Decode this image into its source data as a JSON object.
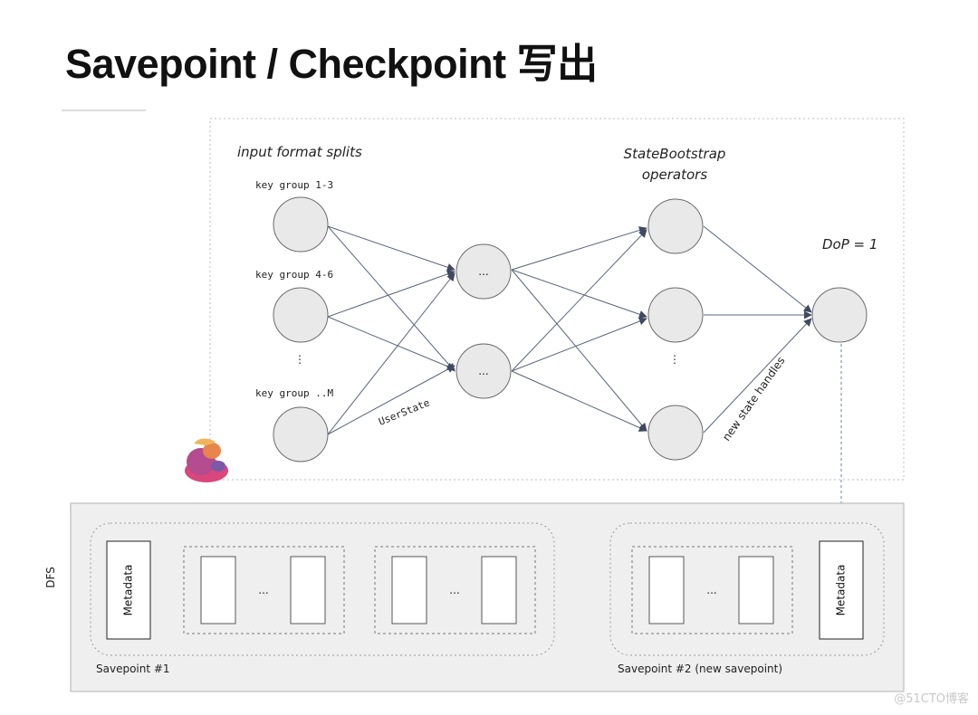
{
  "title": "Savepoint / Checkpoint 写出",
  "diagram": {
    "input_label": "input format splits",
    "key_groups": [
      "key group 1-3",
      "key group 4-6",
      "key group ..M"
    ],
    "vertical_ellipsis": "⋮",
    "inner_node_label": "...",
    "userstate_label": "UserState",
    "bootstrap_label_line1": "StateBootstrap",
    "bootstrap_label_line2": "operators",
    "dop_label": "DoP = 1",
    "new_state_handles_label": "new state handles"
  },
  "dfs": {
    "label": "DFS",
    "metadata_label": "Metadata",
    "ellipsis": "...",
    "savepoint1_label": "Savepoint #1",
    "savepoint2_label": "Savepoint #2 (new savepoint)"
  },
  "watermark": "@51CTO博客",
  "colors": {
    "node_fill": "#e9e9e9",
    "node_stroke": "#6b6b6b",
    "edge": "#5a6377",
    "dfs_bg": "#efefef"
  }
}
